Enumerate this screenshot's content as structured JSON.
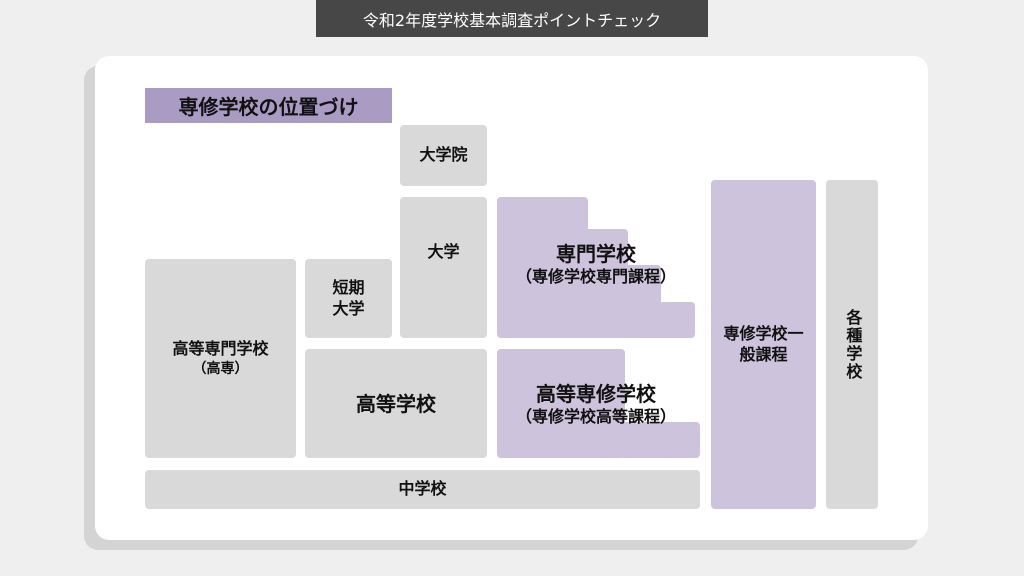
{
  "header": {
    "title": "令和2年度学校基本調査ポイントチェック"
  },
  "diagram": {
    "heading": "専修学校の位置づけ",
    "boxes": {
      "graduate_school": "大学院",
      "university": "大学",
      "junior_college": "短期大学",
      "technical_college": "高等専門学校",
      "technical_college_sub": "（高専）",
      "high_school": "高等学校",
      "junior_high": "中学校",
      "senmon": "専門学校",
      "senmon_sub": "（専修学校専門課程）",
      "koto_senshu": "高等専修学校",
      "koto_senshu_sub": "（専修学校高等課程）",
      "general_course": "専修学校一般課程",
      "misc_schools": "各種学校"
    },
    "colors": {
      "senshu": "#cdc3dc",
      "other": "#d9d9d9",
      "heading": "#a99bc2"
    }
  }
}
